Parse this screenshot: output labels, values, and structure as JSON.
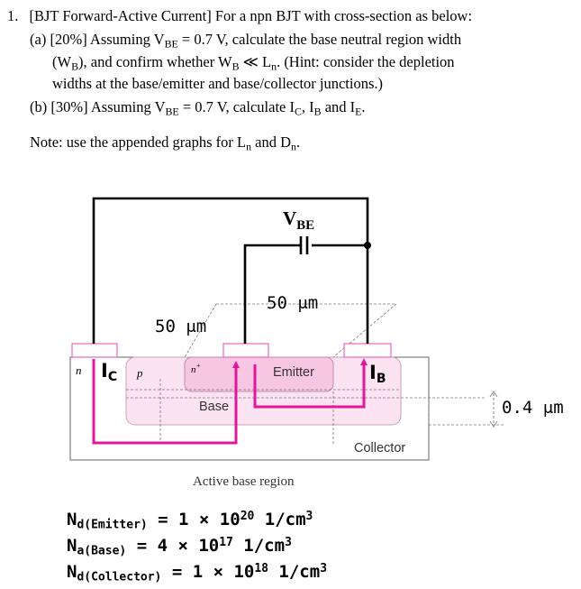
{
  "question": {
    "number": "1.",
    "title": "[BJT Forward-Active Current] For a npn BJT with cross-section as below:",
    "part_a": {
      "label": "(a)",
      "line1_pre": "[20%] Assuming V",
      "line1_sub": "BE",
      "line1_post": " = 0.7 V, calculate the base neutral region width",
      "line2_pre": "(W",
      "line2_sub": "B",
      "line2_mid": "), and confirm whether W",
      "line2_sub2": "B",
      "line2_mid2": " ≪ L",
      "line2_sub3": "n",
      "line2_post": ". (Hint: consider the depletion",
      "line3": "widths at the base/emitter and base/collector junctions.)"
    },
    "part_b": {
      "label": "(b)",
      "pre": "[30%] Assuming V",
      "sub1": "BE",
      "mid1": " = 0.7 V, calculate I",
      "sub2": "C",
      "mid2": ", I",
      "sub3": "B",
      "mid3": " and I",
      "sub4": "E",
      "post": "."
    },
    "note": {
      "pre": "Note: use the appended graphs for L",
      "sub1": "n",
      "mid": " and D",
      "sub2": "n",
      "post": "."
    }
  },
  "diagram": {
    "vbe_label": "V",
    "vbe_sub": "BE",
    "width_top_label": "50 μm",
    "width_left_label": "50 μm",
    "n_label": "n",
    "ic_label": "I",
    "ic_sub": "C",
    "p_label": "p",
    "nplus_label": "n",
    "nplus_sup": "+",
    "emitter_label": "Emitter",
    "ib_label": "I",
    "ib_sub": "B",
    "base_label": "Base",
    "collector_label": "Collector",
    "depth_label": "0.4 μm",
    "active_base_label": "Active base region",
    "colors": {
      "wire": "#000000",
      "current_arrow": "#e0179a",
      "contact": "#ee66bb",
      "base_fill": "#fbe3f1",
      "emitter_fill": "#f7c6e2",
      "outline": "#888888"
    }
  },
  "doping": [
    {
      "symbol": "N",
      "sub": "d(Emitter)",
      "rhs": " = 1 × 10",
      "exp": "20",
      "unit": " 1/cm",
      "unit_exp": "3"
    },
    {
      "symbol": "N",
      "sub": "a(Base)",
      "rhs": " = 4 × 10",
      "exp": "17",
      "unit": " 1/cm",
      "unit_exp": "3"
    },
    {
      "symbol": "N",
      "sub": "d(Collector)",
      "rhs": " = 1 × 10",
      "exp": "18",
      "unit": " 1/cm",
      "unit_exp": "3"
    }
  ]
}
